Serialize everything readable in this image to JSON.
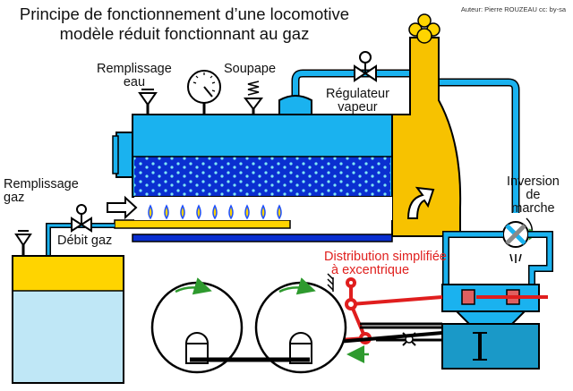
{
  "title": {
    "line1": "Principe de fonctionnement d’une locomotive",
    "line2": "modèle réduit fonctionnant au gaz"
  },
  "credit": "Auteur: Pierre ROUZEAU  cc: by-sa",
  "labels": {
    "remplissage_eau_1": "Remplissage",
    "remplissage_eau_2": "eau",
    "soupape": "Soupape",
    "regulateur_1": "Régulateur",
    "regulateur_2": "vapeur",
    "remplissage_gaz_1": "Remplissage",
    "remplissage_gaz_2": "gaz",
    "debit_gaz": "Débit gaz",
    "inversion_1": "Inversion",
    "inversion_2": "de",
    "inversion_3": "marche",
    "distribution_1": "Distribution simplifiée",
    "distribution_2": "à excentrique"
  },
  "colors": {
    "water_light": "#1ab2ef",
    "water_dark": "#0a2fd0",
    "gas_yellow": "#ffd400",
    "firebox_yellow": "#f7c200",
    "tank_water": "#bfe7f6",
    "mechanism_red": "#e01e1e",
    "cylinder_teal": "#1a99c8",
    "arrow_green": "#2e9a2e",
    "flame_blue": "#1e50ff"
  }
}
